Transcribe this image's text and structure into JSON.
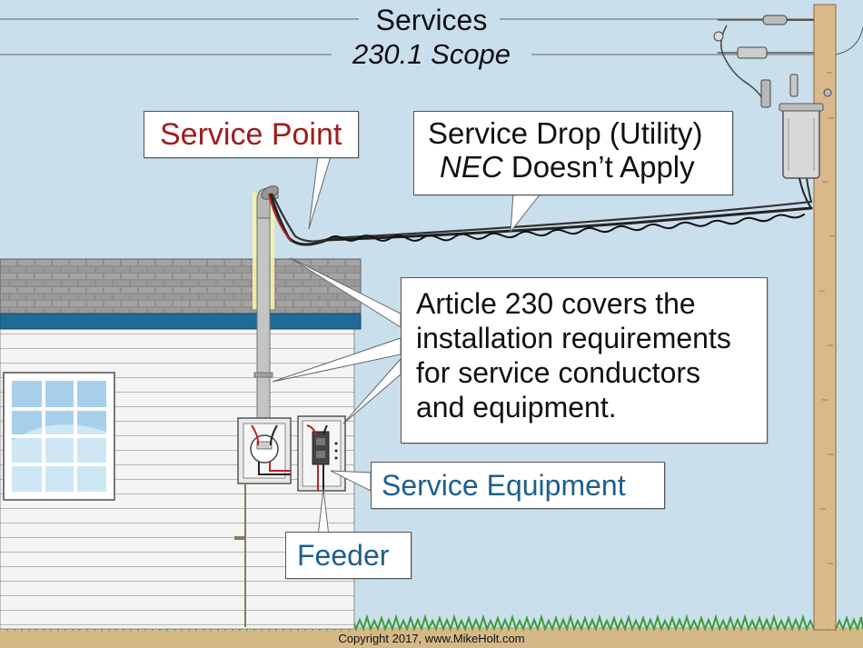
{
  "title": {
    "line1": "Services",
    "line2": "230.1 Scope"
  },
  "callouts": {
    "service_point": "Service Point",
    "service_drop": {
      "line1": "Service Drop (Utility)",
      "nec": "NEC",
      "rest": " Doesn’t Apply"
    },
    "article": {
      "line1": "Article 230 covers the",
      "line2": "installation requirements",
      "line3": "for service conductors",
      "line4": "and equipment."
    },
    "service_equipment": "Service Equipment",
    "feeder": "Feeder"
  },
  "copyright": "Copyright 2017, www.MikeHolt.com",
  "colors": {
    "sky": "#c9dfec",
    "roof_shingle": "#8e8e8e",
    "fascia": "#1f6a96",
    "siding": "#f3f3f3",
    "pole": "#d9b98a",
    "ground": "#d4b987",
    "grass": "#3f9a3a",
    "service_point_text": "#a01c1c",
    "service_equipment_text": "#1d5f8e",
    "feeder_text": "#1d5f8e",
    "highlight": "#f7f3a4"
  }
}
